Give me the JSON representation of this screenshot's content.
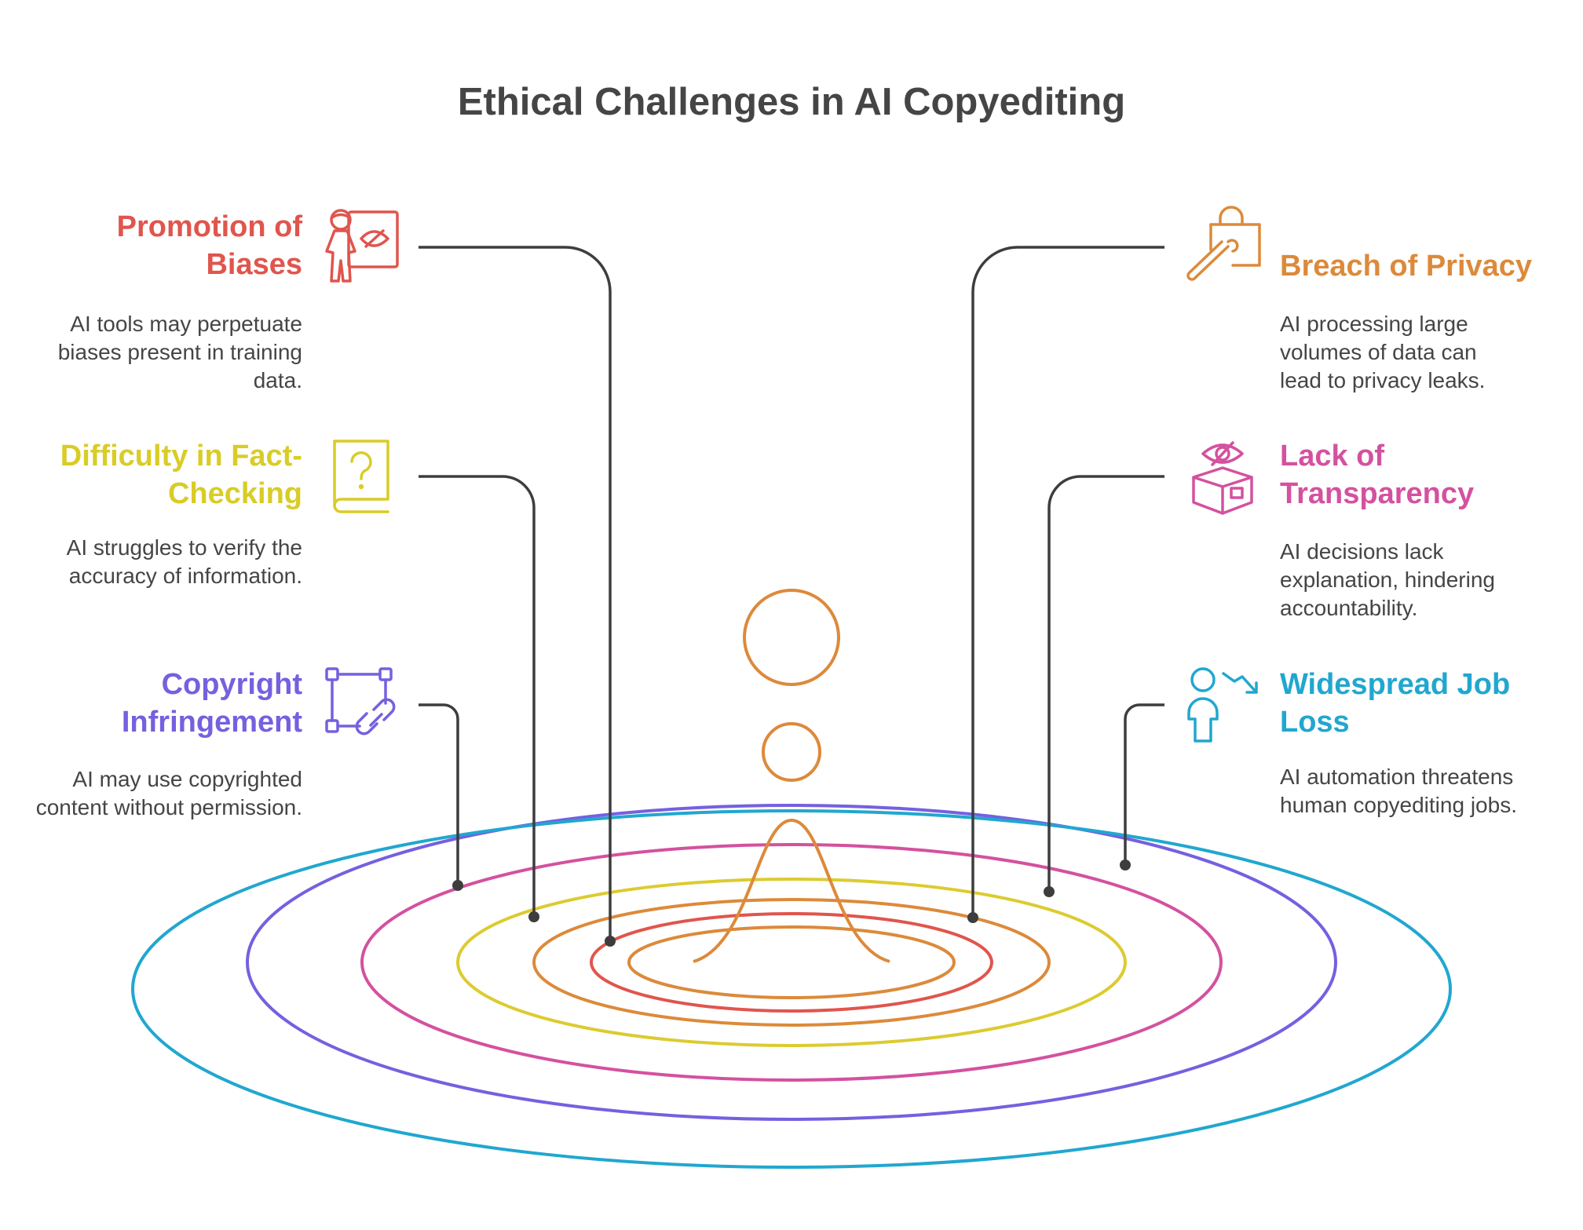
{
  "title": "Ethical Challenges in AI Copyediting",
  "colors": {
    "text": "#454545",
    "connector": "#3d3d3d",
    "drop": "#dc8a3a",
    "rings": [
      "#dc8a3a",
      "#e0554d",
      "#dc8a3a",
      "#dccb2f",
      "#d4519f",
      "#7560e0",
      "#21a7cf"
    ]
  },
  "challenges": {
    "bias": {
      "heading": "Promotion of Biases",
      "description": "AI tools may perpetuate biases present in training data.",
      "color": "#e0554d",
      "icon": "teacher-bias-icon"
    },
    "fact": {
      "heading": "Difficulty in Fact-Checking",
      "description": "AI struggles to verify the accuracy of information.",
      "color": "#d9cc26",
      "icon": "question-book-icon"
    },
    "copyright": {
      "heading": "Copyright Infringement",
      "description": "AI may use copyrighted content without permission.",
      "color": "#7560e0",
      "icon": "link-selection-icon"
    },
    "privacy": {
      "heading": "Breach of Privacy",
      "description": "AI processing large volumes of data can lead to privacy leaks.",
      "color": "#dc8a3a",
      "icon": "lock-key-icon"
    },
    "transparency": {
      "heading": "Lack of Transparency",
      "description": "AI decisions lack explanation, hindering accountability.",
      "color": "#d4519f",
      "icon": "eye-box-icon"
    },
    "jobs": {
      "heading": "Widespread Job Loss",
      "description": "AI automation threatens human copyediting jobs.",
      "color": "#21a7cf",
      "icon": "person-decline-icon"
    }
  }
}
